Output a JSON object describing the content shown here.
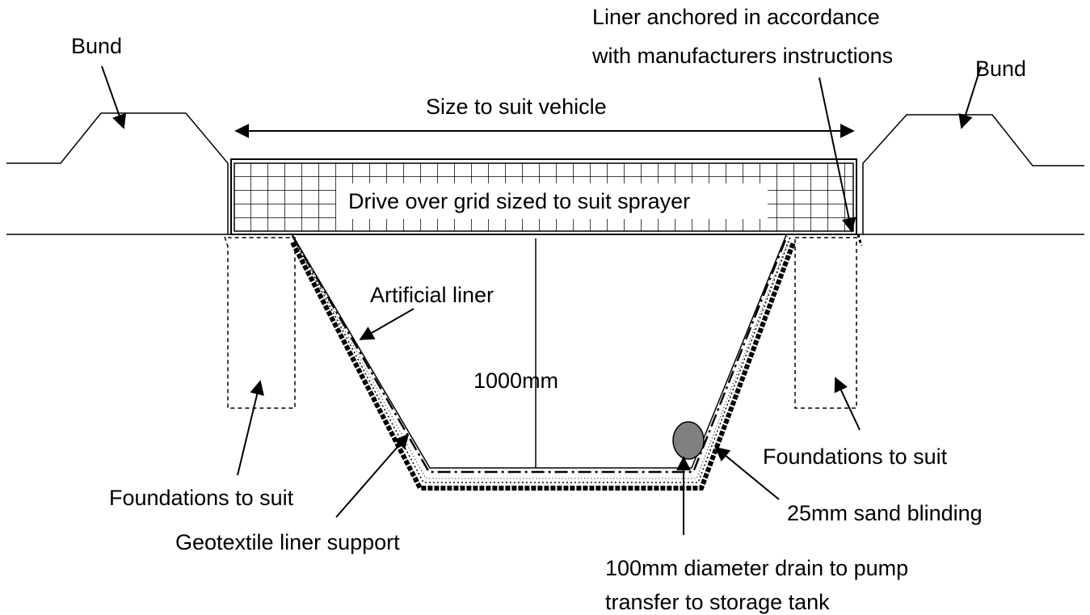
{
  "labels": {
    "bund_left": "Bund",
    "bund_right": "Bund",
    "liner_anchored_line1": "Liner anchored in accordance",
    "liner_anchored_line2": "with manufacturers instructions",
    "size_to_suit": "Size to suit vehicle",
    "drive_over_grid": "Drive over grid sized to suit sprayer",
    "artificial_liner": "Artificial liner",
    "depth": "1000mm",
    "foundations_left": "Foundations to suit",
    "foundations_right": "Foundations to suit",
    "geotextile": "Geotextile liner support",
    "sand_blinding": "25mm sand blinding",
    "drain_line1": "100mm diameter drain to pump",
    "drain_line2": "transfer to storage tank"
  },
  "colors": {
    "line": "#000000",
    "drain_pipe": "#808080",
    "background": "#ffffff"
  }
}
